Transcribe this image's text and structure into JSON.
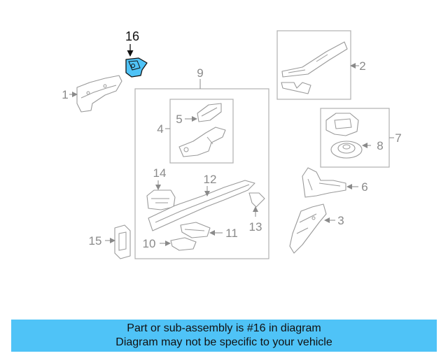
{
  "callouts": {
    "c1": "1",
    "c2": "2",
    "c3": "3",
    "c4": "4",
    "c5": "5",
    "c6": "6",
    "c7": "7",
    "c8": "8",
    "c9": "9",
    "c10": "10",
    "c11": "11",
    "c12": "12",
    "c13": "13",
    "c14": "14",
    "c15": "15",
    "c16": "16"
  },
  "highlight": {
    "part": "16",
    "color": "#4fc3f7"
  },
  "banner": {
    "line1": "Part or sub-assembly is #16 in diagram",
    "line2": "Diagram may not be specific to your vehicle",
    "color": "#4fc3f7"
  }
}
